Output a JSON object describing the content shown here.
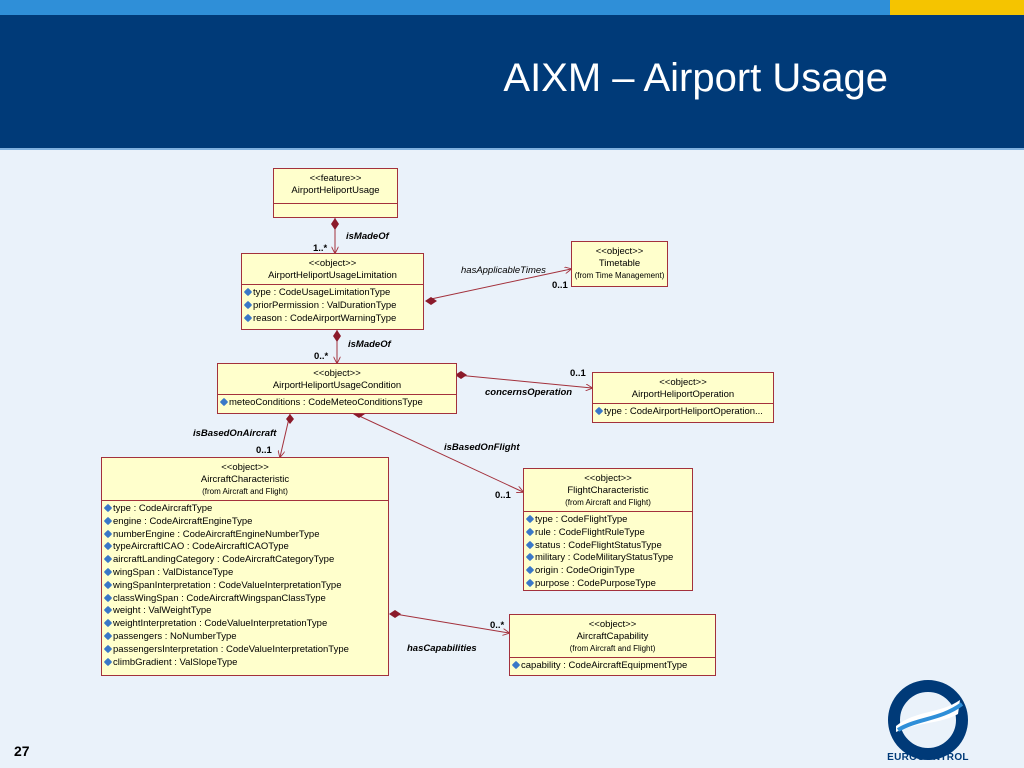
{
  "slide": {
    "title": "AIXM – Airport Usage",
    "page_number": "27",
    "logo_text": "EUROCONTROL"
  },
  "colors": {
    "header_bg": "#003a78",
    "strip_blue": "#2f8fd8",
    "strip_yellow": "#f5c400",
    "class_fill": "#ffffcc",
    "class_border": "#a3313c"
  },
  "classes": {
    "airport_heliport_usage": {
      "stereotype": "<<feature>>",
      "name": "AirportHeliportUsage",
      "attributes": []
    },
    "usage_limitation": {
      "stereotype": "<<object>>",
      "name": "AirportHeliportUsageLimitation",
      "attributes": [
        "type : CodeUsageLimitationType",
        "priorPermission : ValDurationType",
        "reason : CodeAirportWarningType"
      ]
    },
    "timetable": {
      "stereotype": "<<object>>",
      "name": "Timetable",
      "source": "(from Time Management)"
    },
    "usage_condition": {
      "stereotype": "<<object>>",
      "name": "AirportHeliportUsageCondition",
      "attributes": [
        "meteoConditions : CodeMeteoConditionsType"
      ]
    },
    "operation": {
      "stereotype": "<<object>>",
      "name": "AirportHeliportOperation",
      "attributes": [
        "type : CodeAirportHeliportOperation..."
      ]
    },
    "aircraft_characteristic": {
      "stereotype": "<<object>>",
      "name": "AircraftCharacteristic",
      "source": "(from Aircraft and Flight)",
      "attributes": [
        "type : CodeAircraftType",
        "engine : CodeAircraftEngineType",
        "numberEngine : CodeAircraftEngineNumberType",
        "typeAircraftICAO : CodeAircraftICAOType",
        "aircraftLandingCategory : CodeAircraftCategoryType",
        "wingSpan : ValDistanceType",
        "wingSpanInterpretation : CodeValueInterpretationType",
        "classWingSpan : CodeAircraftWingspanClassType",
        "weight : ValWeightType",
        "weightInterpretation : CodeValueInterpretationType",
        "passengers : NoNumberType",
        "passengersInterpretation : CodeValueInterpretationType",
        "climbGradient : ValSlopeType"
      ]
    },
    "flight_characteristic": {
      "stereotype": "<<object>>",
      "name": "FlightCharacteristic",
      "source": "(from Aircraft and Flight)",
      "attributes": [
        "type : CodeFlightType",
        "rule : CodeFlightRuleType",
        "status : CodeFlightStatusType",
        "military : CodeMilitaryStatusType",
        "origin : CodeOriginType",
        "purpose : CodePurposeType"
      ]
    },
    "aircraft_capability": {
      "stereotype": "<<object>>",
      "name": "AircraftCapability",
      "source": "(from Aircraft and Flight)",
      "attributes": [
        "capability : CodeAircraftEquipmentType"
      ]
    }
  },
  "associations": {
    "is_made_of_1": {
      "name": "isMadeOf",
      "multiplicity": "1..*"
    },
    "has_applicable_times": {
      "name": "hasApplicableTimes",
      "multiplicity": "0..1"
    },
    "is_made_of_2": {
      "name": "isMadeOf",
      "multiplicity": "0..*"
    },
    "concerns_operation": {
      "name": "concernsOperation",
      "multiplicity": "0..1"
    },
    "is_based_on_aircraft": {
      "name": "isBasedOnAircraft",
      "multiplicity": "0..1"
    },
    "is_based_on_flight": {
      "name": "isBasedOnFlight",
      "multiplicity": "0..1"
    },
    "has_capabilities": {
      "name": "hasCapabilities",
      "multiplicity": "0..*"
    }
  }
}
